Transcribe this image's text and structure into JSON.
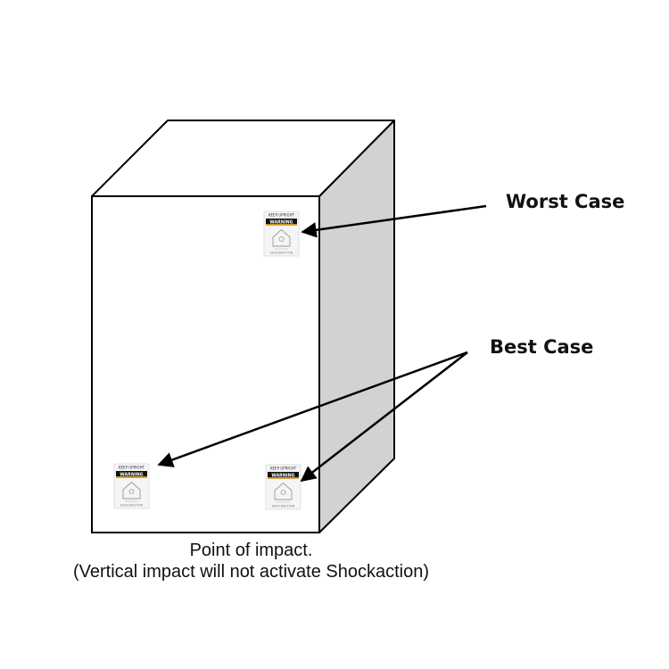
{
  "labels": {
    "worst": "Worst Case",
    "best": "Best Case"
  },
  "caption": {
    "line1": "Point of impact.",
    "line2": "(Vertical impact will not activate Shockaction)"
  },
  "indicator": {
    "header_text": "KEEP UPRIGHT",
    "warning_text": "WARNING",
    "footer_text": "SHOCKACTION"
  },
  "colors": {
    "box_outline": "#000000",
    "box_front": "#ffffff",
    "box_side": "#d2d2d2",
    "warning_band": "#c8961e"
  }
}
